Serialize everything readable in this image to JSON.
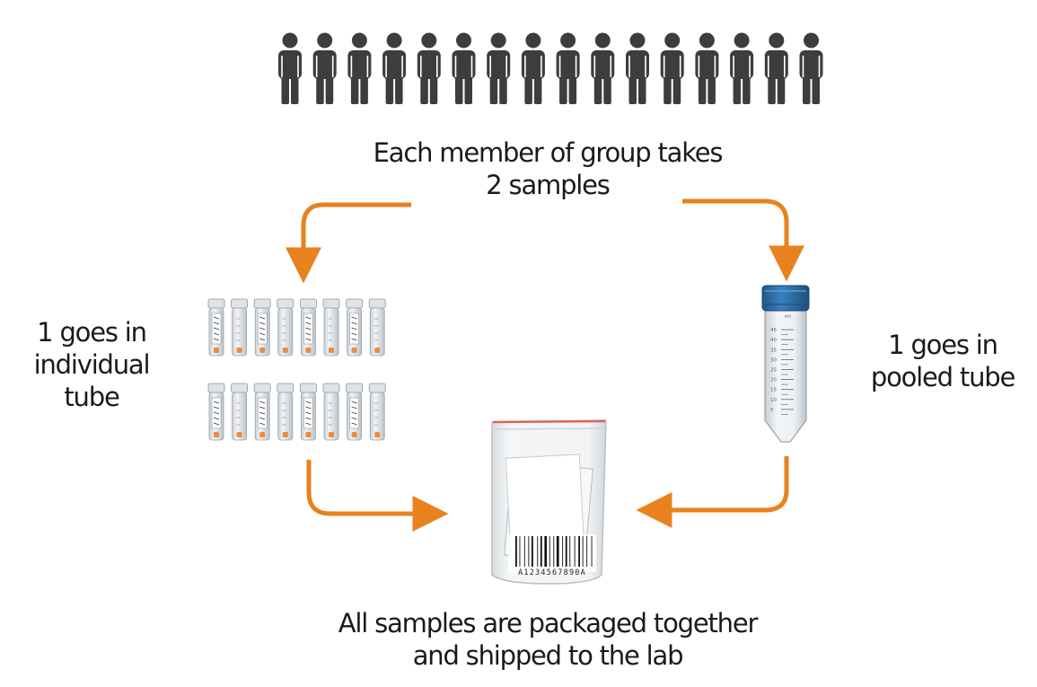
{
  "diagram": {
    "top_label": [
      "Each member of group takes",
      "2 samples"
    ],
    "left_label": [
      "1 goes in",
      "individual",
      "tube"
    ],
    "right_label": [
      "1 goes in",
      "pooled tube"
    ],
    "bottom_label": [
      "All samples are packaged together",
      "and shipped to the lab"
    ],
    "people_count": 16,
    "individual_tube_count": 16,
    "pooled_tube_scale": [
      "ml",
      "45",
      "40",
      "35",
      "30",
      "25",
      "20",
      "15",
      "10",
      "5"
    ],
    "barcode_text": "A1234567890A"
  },
  "colors": {
    "arrow": "#e8821f",
    "person": "#3d3d3d",
    "tube_cap": "#2f6fa5",
    "tube_scale": "#3a6d96",
    "bag_seal": "#e06060",
    "sample_tag": "#f08a3a"
  }
}
